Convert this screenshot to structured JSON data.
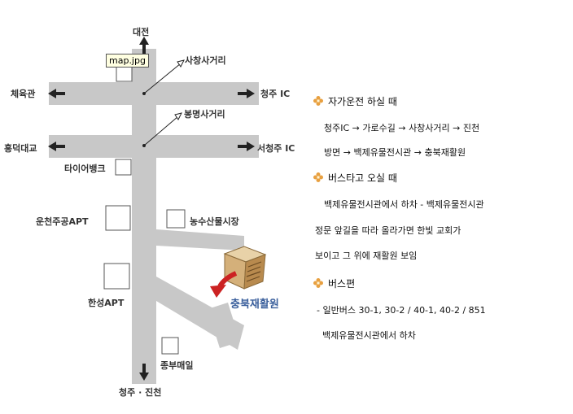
{
  "map": {
    "tooltip": "map.jpg",
    "labels": {
      "north": "대전",
      "south": "청주 · 진천",
      "west_top": "체육관",
      "east_top": "청주 IC",
      "west_mid": "흥덕대교",
      "east_mid": "서청주 IC",
      "intersection_top": "사창사거리",
      "intersection_mid": "봉명사거리",
      "tire": "타이어뱅크",
      "apt1": "운천주공APT",
      "market": "농수산물시장",
      "apt2": "한성APT",
      "destination": "충북재활원",
      "store": "종부매일"
    }
  },
  "directions": {
    "car": {
      "title": "자가운전 하실 때",
      "line1": "청주IC → 가로수길 → 사창사거리 → 진천",
      "line2": "방면 → 백제유물전시관 → 충북재활원"
    },
    "bus": {
      "title": "버스타고 오실 때",
      "line1": "백제유물전시관에서 하차 - 백제유물전시관",
      "line2": "정문 앞길을 따라 올라가면 한빛 교회가",
      "line3": "보이고 그 위에 재활원 보임"
    },
    "bus_routes": {
      "title": "버스편",
      "line1": "- 일반버스 30-1, 30-2 / 40-1, 40-2 / 851",
      "line2": "백제유물전시관에서 하차"
    }
  },
  "colors": {
    "road": "#c8c8c8",
    "bullet": "#e8a040",
    "destination_text": "#3a5f9c",
    "arrow_red": "#cc2222"
  }
}
